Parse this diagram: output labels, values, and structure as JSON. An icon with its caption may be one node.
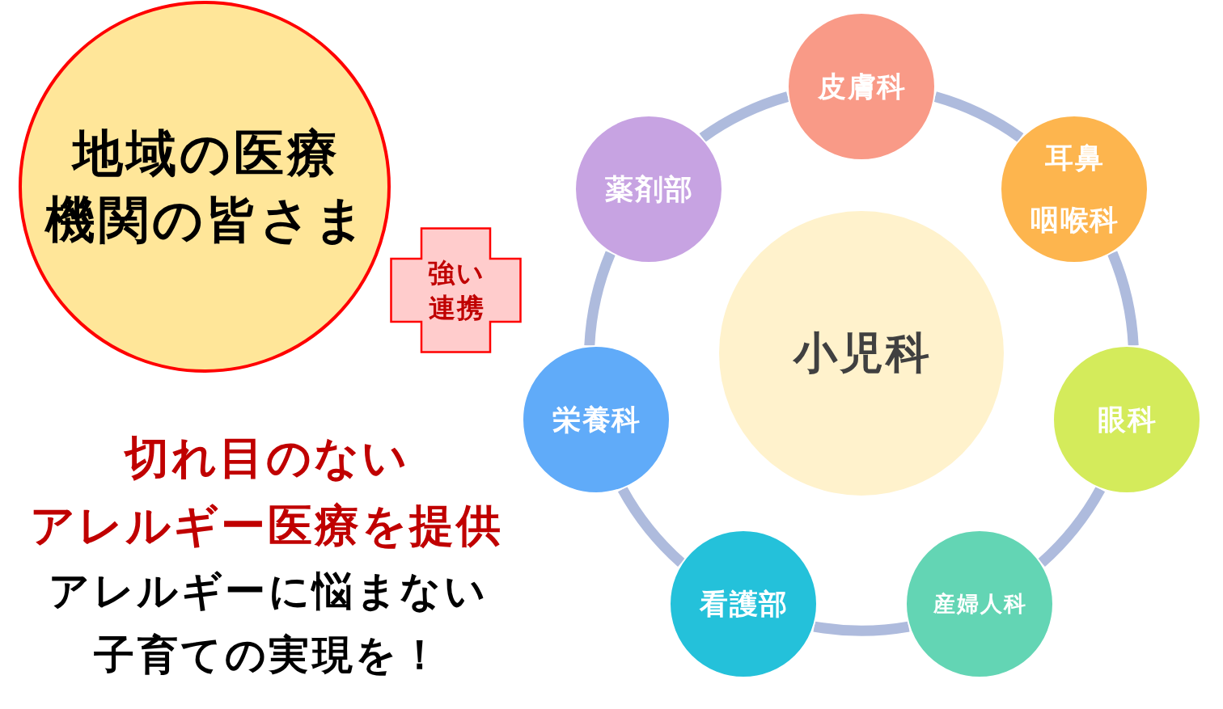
{
  "diagram": {
    "nodes": [
      {
        "text": [
          "地域の医療機関の皆さま"
        ]
      },
      {
        "text": [
          "強い連携"
        ]
      },
      {
        "text": [
          "皮膚科"
        ]
      },
      {
        "text": [
          "薬剤部"
        ]
      },
      {
        "text": [
          "耳鼻咽喉科"
        ]
      },
      {
        "text": [
          "小児科"
        ]
      },
      {
        "text": [
          "栄養科"
        ]
      },
      {
        "text": [
          "眼科"
        ]
      },
      {
        "text": [
          "看護部"
        ]
      },
      {
        "text": [
          "産婦人科"
        ]
      }
    ],
    "edges": [
      {
        "from": 2,
        "to": 4,
        "arrow": "none"
      },
      {
        "from": 4,
        "to": 7,
        "arrow": "none"
      },
      {
        "from": 7,
        "to": 9,
        "arrow": "none"
      },
      {
        "from": 9,
        "to": 8,
        "arrow": "none"
      },
      {
        "from": 8,
        "to": 6,
        "arrow": "none"
      },
      {
        "from": 6,
        "to": 3,
        "arrow": "none"
      },
      {
        "from": 3,
        "to": 2,
        "arrow": "none"
      }
    ],
    "labels": [
      "切れ目のないアレルギー医療を提供",
      "アレルギーに悩まない子育ての実現を！"
    ]
  }
}
